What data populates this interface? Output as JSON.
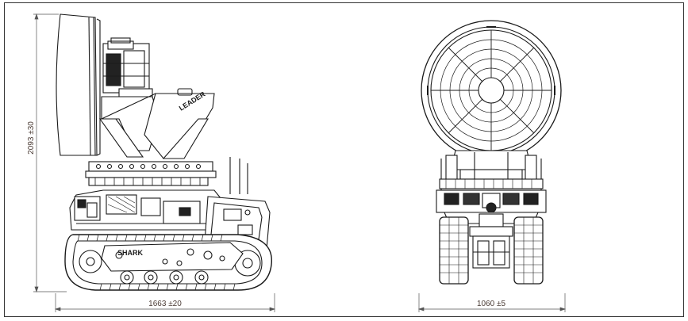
{
  "dimensions": {
    "height_label": "2093 ±30",
    "length_label": "1663 ±20",
    "width_label": "1060 ±5"
  },
  "branding": {
    "arm_text": "LEADER",
    "body_text": "SHARK"
  },
  "colors": {
    "line": "#1a1a1a",
    "dimension_text": "#4a3b34",
    "frame": "#333333",
    "background": "#ffffff"
  }
}
